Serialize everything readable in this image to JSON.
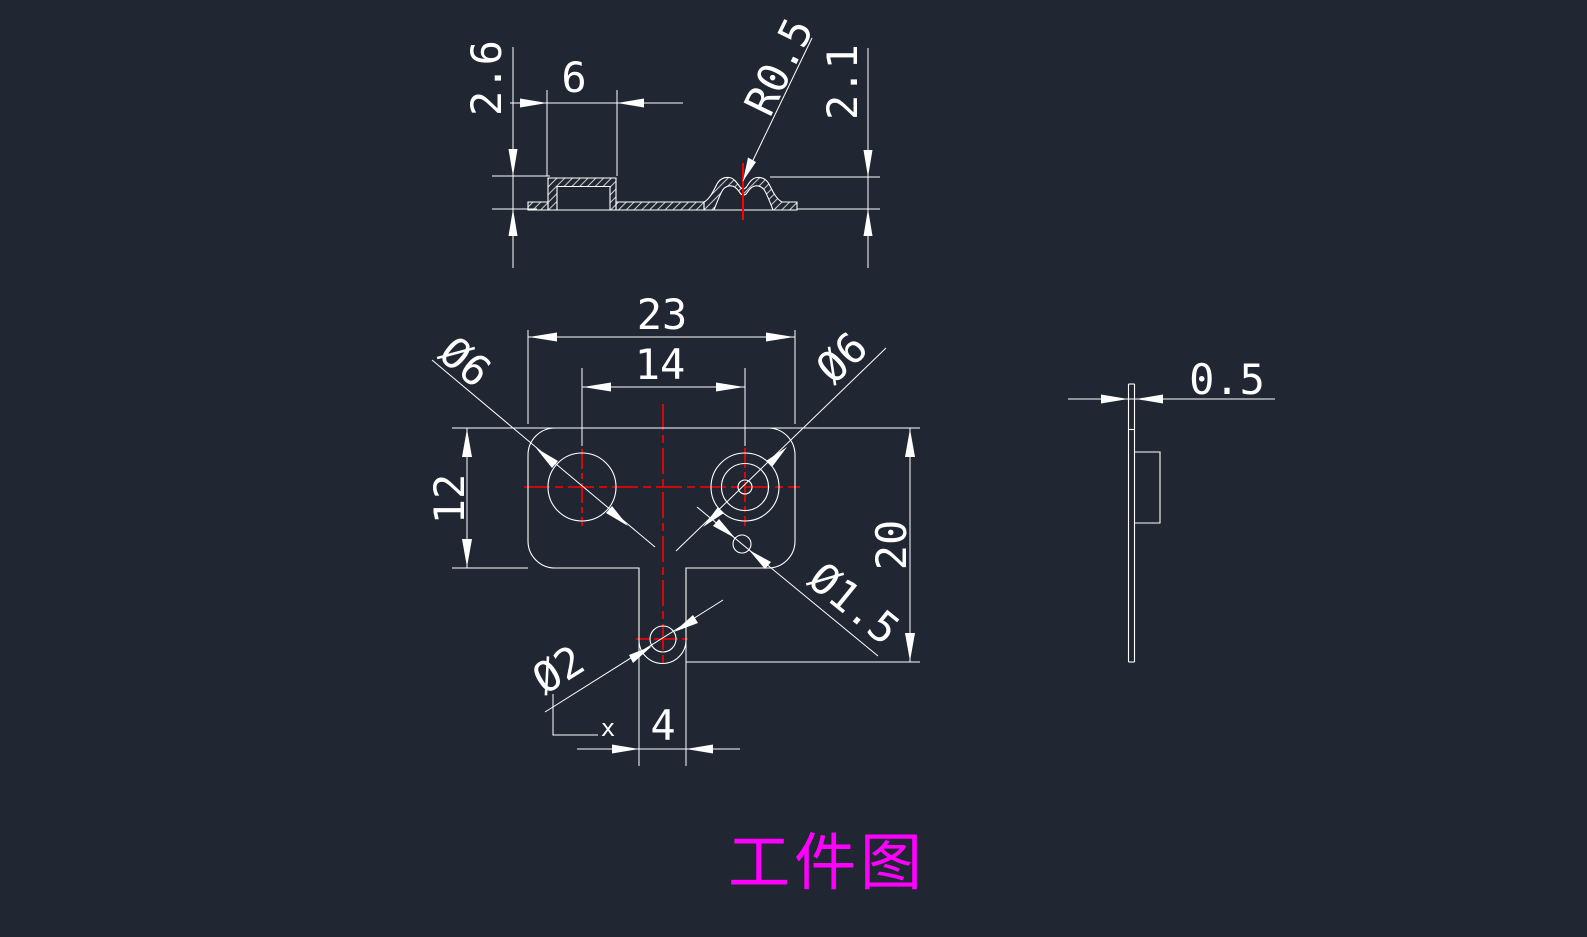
{
  "app": {
    "type": "cad-drawing-viewport",
    "colors": {
      "background": "#202733",
      "line": "#FFFFFF",
      "centerline": "#FF0000",
      "title": "#FF00FF"
    }
  },
  "title": {
    "text": "工件图",
    "color": "#FF00FF"
  },
  "section_view": {
    "boss_height": "2.6",
    "boss_width": "6",
    "dimple_radius": "R0.5",
    "dome_height": "2.1"
  },
  "plan_view": {
    "overall_width": "23",
    "hole_spacing": "14",
    "left_hole_dia": "Ø6",
    "right_hole_dia": "Ø6",
    "plate_height": "12",
    "overall_height": "20",
    "center_hole_dia": "Ø1.5",
    "tab_hole_dia": "Ø2",
    "tab_width": "4",
    "point_marker": "x"
  },
  "side_view": {
    "thickness": "0.5"
  }
}
